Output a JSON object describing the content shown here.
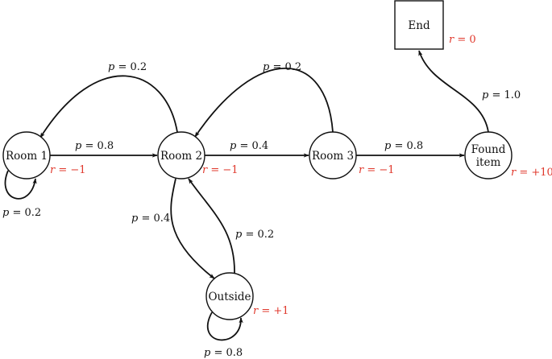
{
  "diagram": {
    "colors": {
      "line": "#111111",
      "reward": "#e0382c"
    },
    "nodes": [
      {
        "id": "room1",
        "shape": "circle",
        "lines": [
          "Room 1"
        ],
        "reward": "−1"
      },
      {
        "id": "room2",
        "shape": "circle",
        "lines": [
          "Room 2"
        ],
        "reward": "−1"
      },
      {
        "id": "room3",
        "shape": "circle",
        "lines": [
          "Room 3"
        ],
        "reward": "−1"
      },
      {
        "id": "found",
        "shape": "circle",
        "lines": [
          "Found",
          "item"
        ],
        "reward": "+10"
      },
      {
        "id": "outside",
        "shape": "circle",
        "lines": [
          "Outside"
        ],
        "reward": "+1"
      },
      {
        "id": "end",
        "shape": "square",
        "lines": [
          "End"
        ],
        "reward": "0"
      }
    ],
    "edges": [
      {
        "id": "room1-self",
        "from": "room1",
        "to": "room1",
        "p": "0.2"
      },
      {
        "id": "room1-room2",
        "from": "room1",
        "to": "room2",
        "p": "0.8"
      },
      {
        "id": "room2-room1",
        "from": "room2",
        "to": "room1",
        "p": "0.2"
      },
      {
        "id": "room2-room3",
        "from": "room2",
        "to": "room3",
        "p": "0.4"
      },
      {
        "id": "room3-room2",
        "from": "room3",
        "to": "room2",
        "p": "0.2"
      },
      {
        "id": "room3-found",
        "from": "room3",
        "to": "found",
        "p": "0.8"
      },
      {
        "id": "found-end",
        "from": "found",
        "to": "end",
        "p": "1.0"
      },
      {
        "id": "room2-outside",
        "from": "room2",
        "to": "outside",
        "p": "0.4"
      },
      {
        "id": "outside-room2",
        "from": "outside",
        "to": "room2",
        "p": "0.2"
      },
      {
        "id": "outside-self",
        "from": "outside",
        "to": "outside",
        "p": "0.8"
      }
    ]
  }
}
